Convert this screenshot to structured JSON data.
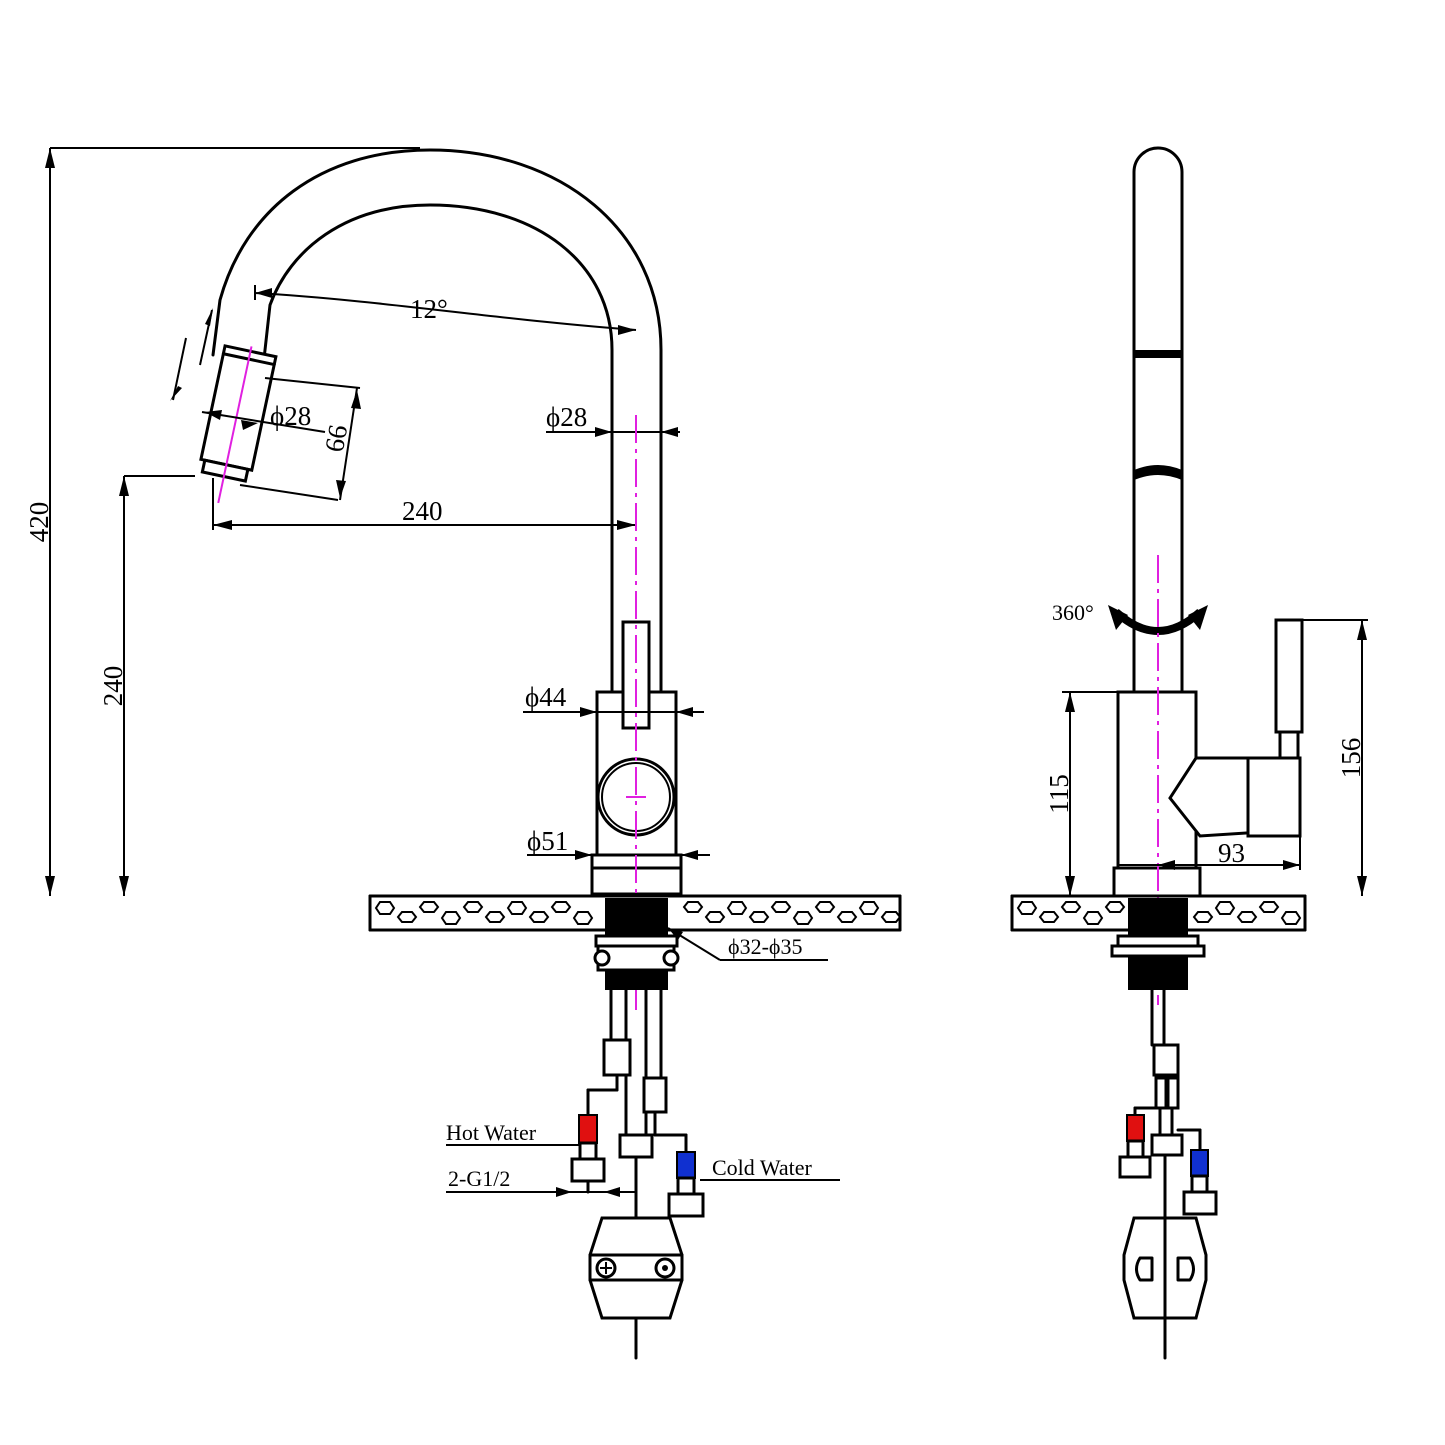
{
  "dimensions": {
    "total_height": "420",
    "spout_height": "240",
    "spout_reach": "240",
    "tilt_angle": "12°",
    "spray_diameter": "ϕ28",
    "spray_length": "66",
    "pipe_diameter": "ϕ28",
    "body_diameter": "ϕ44",
    "base_diameter": "ϕ51",
    "hole_diameter": "ϕ32-ϕ35",
    "rotation": "360°",
    "body_height": "115",
    "handle_height": "156",
    "handle_depth": "93"
  },
  "connections": {
    "hot_label": "Hot Water",
    "cold_label": "Cold Water",
    "thread_label": "2-G1/2"
  },
  "colors": {
    "hot": "#e01010",
    "cold": "#1030d0",
    "centerline": "#e020e0"
  }
}
